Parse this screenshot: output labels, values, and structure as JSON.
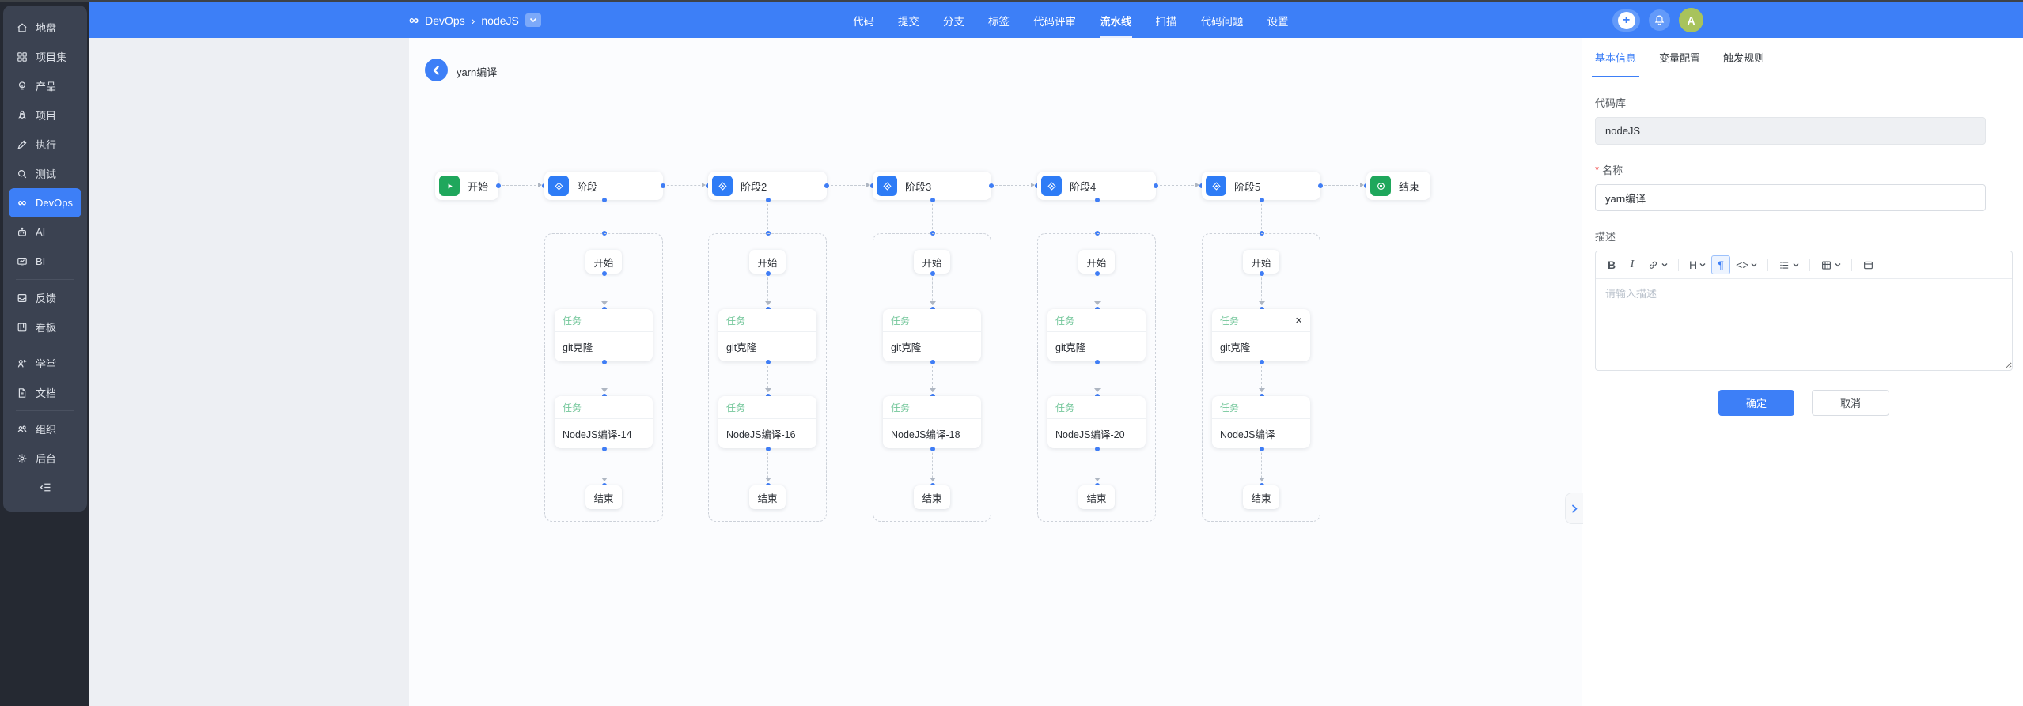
{
  "header": {
    "app_glyph": "∞",
    "breadcrumb": {
      "app": "DevOps",
      "separator": "›",
      "repo": "nodeJS"
    },
    "nav_items": [
      "代码",
      "提交",
      "分支",
      "标签",
      "代码评审",
      "流水线",
      "扫描",
      "代码问题",
      "设置"
    ],
    "nav_active": "流水线",
    "add_glyph": "+",
    "avatar_letter": "A"
  },
  "sidebar": {
    "devops_glyph": "∞",
    "items": [
      {
        "icon": "home",
        "label": "地盘"
      },
      {
        "icon": "grid",
        "label": "项目集"
      },
      {
        "icon": "product",
        "label": "产品"
      },
      {
        "icon": "rocket",
        "label": "项目"
      },
      {
        "icon": "pen",
        "label": "执行"
      },
      {
        "icon": "magnifier",
        "label": "测试"
      },
      {
        "icon": "infinity",
        "label": "DevOps"
      },
      {
        "icon": "robot",
        "label": "AI"
      },
      {
        "icon": "chart",
        "label": "BI"
      },
      {
        "icon": "feedback",
        "label": "反馈"
      },
      {
        "icon": "board",
        "label": "看板"
      },
      {
        "icon": "school",
        "label": "学堂"
      },
      {
        "icon": "document",
        "label": "文档"
      },
      {
        "icon": "people",
        "label": "组织"
      },
      {
        "icon": "gear",
        "label": "后台"
      }
    ],
    "active_item": "DevOps"
  },
  "canvas": {
    "title": "yarn编译",
    "pipeline": {
      "close_glyph": "×",
      "start_label": "开始",
      "end_label": "结束",
      "stages": [
        {
          "label": "阶段"
        },
        {
          "label": "阶段2"
        },
        {
          "label": "阶段3"
        },
        {
          "label": "阶段4"
        },
        {
          "label": "阶段5"
        }
      ],
      "columns": [
        {
          "start": "开始",
          "end": "结束",
          "tasks": [
            {
              "badge": "任务",
              "name": "git克隆"
            },
            {
              "badge": "任务",
              "name": "NodeJS编译-14"
            }
          ]
        },
        {
          "start": "开始",
          "end": "结束",
          "tasks": [
            {
              "badge": "任务",
              "name": "git克隆"
            },
            {
              "badge": "任务",
              "name": "NodeJS编译-16"
            }
          ]
        },
        {
          "start": "开始",
          "end": "结束",
          "tasks": [
            {
              "badge": "任务",
              "name": "git克隆"
            },
            {
              "badge": "任务",
              "name": "NodeJS编译-18"
            }
          ]
        },
        {
          "start": "开始",
          "end": "结束",
          "tasks": [
            {
              "badge": "任务",
              "name": "git克隆"
            },
            {
              "badge": "任务",
              "name": "NodeJS编译-20"
            }
          ]
        },
        {
          "start": "开始",
          "end": "结束",
          "tasks": [
            {
              "badge": "任务",
              "name": "git克隆",
              "closable": true
            },
            {
              "badge": "任务",
              "name": "NodeJS编译"
            }
          ]
        }
      ]
    }
  },
  "panel": {
    "tabs": [
      {
        "label": "基本信息",
        "active": true
      },
      {
        "label": "变量配置",
        "active": false
      },
      {
        "label": "触发规则",
        "active": false
      }
    ],
    "repo": {
      "label": "代码库",
      "value": "nodeJS"
    },
    "name": {
      "label": "名称",
      "required_mark": "*",
      "value": "yarn编译"
    },
    "desc": {
      "label": "描述",
      "placeholder": "请输入描述"
    },
    "toolbar": {
      "bold": "B",
      "italic": "I",
      "heading": "H",
      "paragraph": "¶",
      "code": "<>"
    },
    "actions": {
      "ok": "确定",
      "cancel": "取消"
    }
  },
  "colors": {
    "accent": "#3d7ff7",
    "green": "#1fa75c",
    "task_badge_green": "#74c79b",
    "avatar_bg": "#a8c35c",
    "header_blue": "#3d7ff7"
  }
}
